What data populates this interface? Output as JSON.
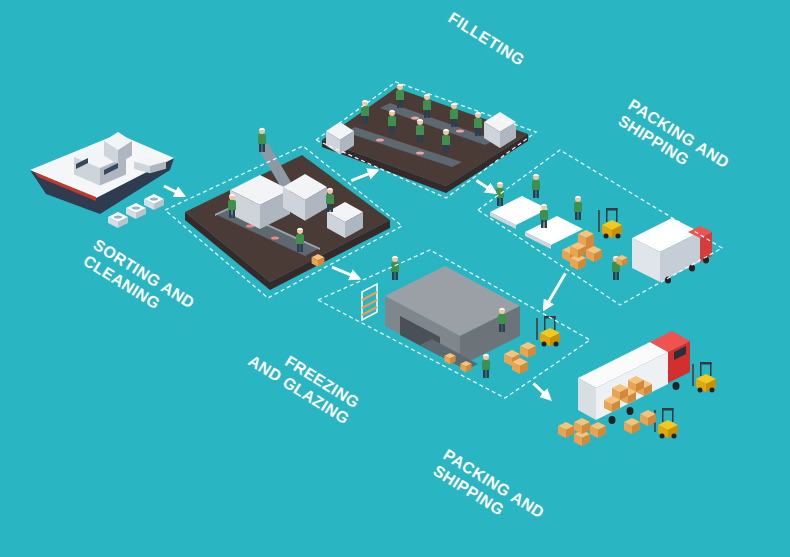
{
  "diagram": {
    "nodes": [
      {
        "text": [
          "SORTING AND CLEANING"
        ]
      },
      {
        "text": [
          "FILLETING"
        ]
      },
      {
        "text": [
          "PACKING AND SHIPPING"
        ]
      },
      {
        "text": [
          "FREEZING AND GLAZING"
        ]
      },
      {
        "text": [
          "PACKING AND SHIPPING"
        ]
      }
    ],
    "edges": [
      {
        "from": 0,
        "to": 1,
        "arrow": "to"
      },
      {
        "from": 1,
        "to": 2,
        "arrow": "to"
      },
      {
        "from": 0,
        "to": 3,
        "arrow": "to"
      },
      {
        "from": 2,
        "to": 3,
        "arrow": "to"
      },
      {
        "from": 3,
        "to": 4,
        "arrow": "to"
      }
    ]
  }
}
